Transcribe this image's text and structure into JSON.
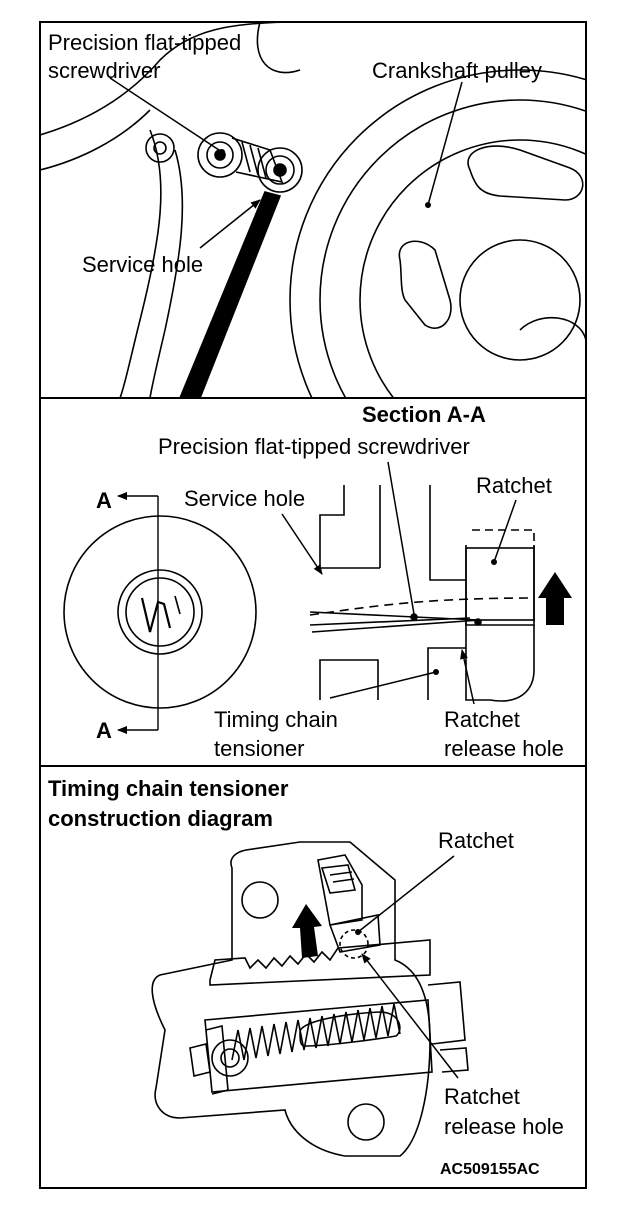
{
  "panel1": {
    "screwdriver_label_line1": "Precision flat-tipped",
    "screwdriver_label_line2": "screwdriver",
    "pulley_label": "Crankshaft pulley",
    "service_hole_label": "Service hole"
  },
  "panel2": {
    "section_title": "Section A-A",
    "screwdriver_label": "Precision flat-tipped screwdriver",
    "service_hole_label": "Service hole",
    "ratchet_label": "Ratchet",
    "section_mark_top": "A",
    "section_mark_bottom": "A",
    "tensioner_label_line1": "Timing chain",
    "tensioner_label_line2": "tensioner",
    "release_hole_label_line1": "Ratchet",
    "release_hole_label_line2": "release hole"
  },
  "panel3": {
    "title_line1": "Timing chain tensioner",
    "title_line2": "construction diagram",
    "ratchet_label": "Ratchet",
    "release_hole_label_line1": "Ratchet",
    "release_hole_label_line2": "release hole",
    "figure_code": "AC509155AC"
  }
}
